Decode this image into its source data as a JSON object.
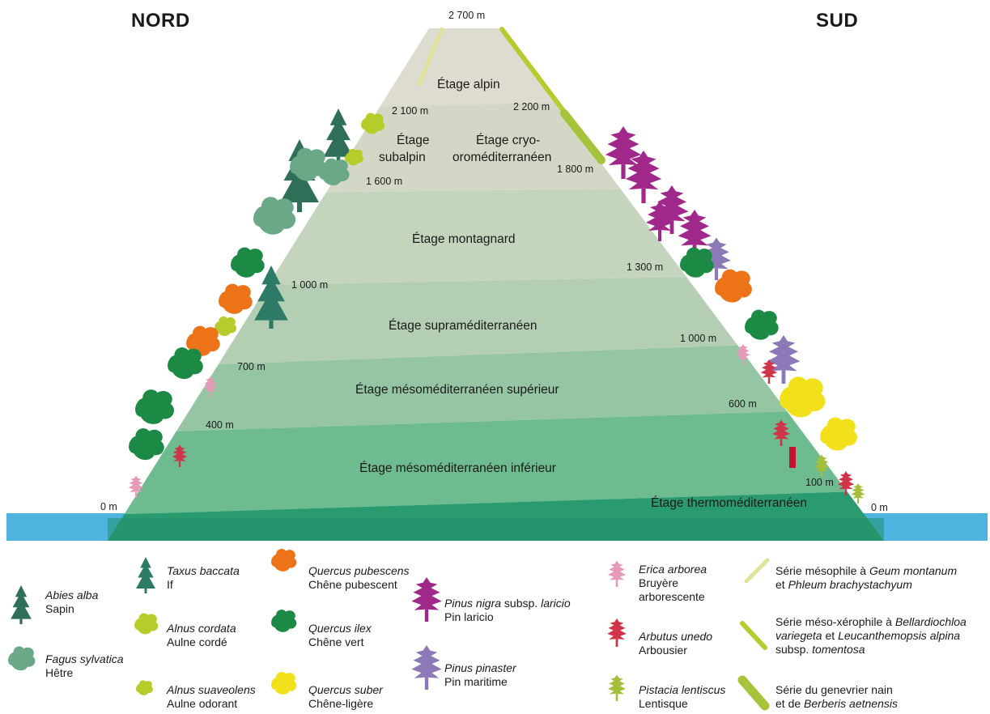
{
  "sides": {
    "north": "NORD",
    "south": "SUD"
  },
  "stages": {
    "alpin": "Étage alpin",
    "subalpin_1": "Étage",
    "subalpin_2": "subalpin",
    "cryo_1": "Étage cryo-",
    "cryo_2": "oroméditerranéen",
    "montagnard": "Étage montagnard",
    "supra": "Étage supraméditerranéen",
    "meso_sup": "Étage mésoméditerranéen supérieur",
    "meso_inf": "Étage mésoméditerranéen inférieur",
    "thermo": "Étage thermoméditerranéen"
  },
  "altitudes": {
    "summit": "2 700 m",
    "north": [
      "2 100 m",
      "1 600 m",
      "1 000 m",
      "700 m",
      "400 m",
      "0 m"
    ],
    "south": [
      "2 200 m",
      "1 800 m",
      "1 300 m",
      "1 000 m",
      "600 m",
      "100 m",
      "0 m"
    ]
  },
  "colors": {
    "sea": "#4fb3df",
    "base": "#1f8f6b",
    "alpin": "#dedcd0",
    "subalpin": "#d3d8c6",
    "montagnard": "#c5d4bd",
    "supra": "#b3ceb2",
    "meso_sup": "#96c5a4",
    "meso_inf": "#6dbb8f",
    "thermo": "#2a9b70",
    "fir": "#2f6f58",
    "beech": "#6aa888",
    "yew": "#2d7a66",
    "alder": "#b6cc2a",
    "pubescens": "#ec7317",
    "ilex": "#1c8a45",
    "suber": "#f2e01b",
    "laricio": "#a0288a",
    "pinaster": "#8c79b8",
    "erica": "#e79ab8",
    "arbutus": "#d03448",
    "lentiscus": "#a6bf3a",
    "geum": "#dfe39a",
    "bellardio": "#b5cc2e",
    "juniper": "#a5c43c",
    "trunk": "#9a9a9a",
    "trunk_red": "#c4122f"
  },
  "legend": {
    "abies": {
      "latin": "Abies alba",
      "common": "Sapin",
      "icon": "fir-icon"
    },
    "fagus": {
      "latin": "Fagus sylvatica",
      "common": "Hêtre",
      "icon": "beech-icon"
    },
    "taxus": {
      "latin": "Taxus baccata",
      "common": "If",
      "icon": "yew-icon"
    },
    "alnus_c": {
      "latin": "Alnus cordata",
      "common": "Aulne cordé",
      "icon": "alder-icon"
    },
    "alnus_s": {
      "latin": "Alnus suaveolens",
      "common": "Aulne odorant",
      "icon": "alder-small-icon"
    },
    "q_pub": {
      "latin": "Quercus pubescens",
      "common": "Chêne pubescent",
      "icon": "oak-orange-icon"
    },
    "q_ilex": {
      "latin": "Quercus ilex",
      "common": "Chêne vert",
      "icon": "oak-green-icon"
    },
    "q_suber": {
      "latin": "Quercus suber",
      "common": "Chêne-ligère",
      "icon": "oak-yellow-icon"
    },
    "pinus_n": {
      "latin": "Pinus nigra",
      "mid": " subsp. ",
      "latin2": "laricio",
      "common": "Pin laricio",
      "icon": "pine-laricio-icon"
    },
    "pinus_p": {
      "latin": "Pinus pinaster",
      "common": "Pin maritime",
      "icon": "pine-maritime-icon"
    },
    "erica": {
      "latin": "Erica arborea",
      "common1": "Bruyère",
      "common2": "arborescente",
      "icon": "heather-icon"
    },
    "arbutus": {
      "latin": "Arbutus unedo",
      "common": "Arbousier",
      "icon": "strawberry-tree-icon"
    },
    "pistacia": {
      "latin": "Pistacia lentiscus",
      "common": "Lentisque",
      "icon": "mastic-icon"
    },
    "serie1": {
      "t1": "Série mésophile à ",
      "i1": "Geum montanum",
      "t2": "et ",
      "i2": "Phleum brachystachyum",
      "icon": "grass-light-icon"
    },
    "serie2": {
      "t1": "Série méso-xérophile à ",
      "i1": "Bellardiochloa",
      "i2": "variegeta",
      "t2": " et ",
      "i3": "Leucanthemopsis alpina",
      "t3": "subsp. ",
      "i4": "tomentosa",
      "icon": "grass-medium-icon"
    },
    "serie3": {
      "t1": "Série du genevrier nain",
      "t2": "et de ",
      "i1": "Berberis aetnensis",
      "icon": "juniper-icon"
    }
  }
}
